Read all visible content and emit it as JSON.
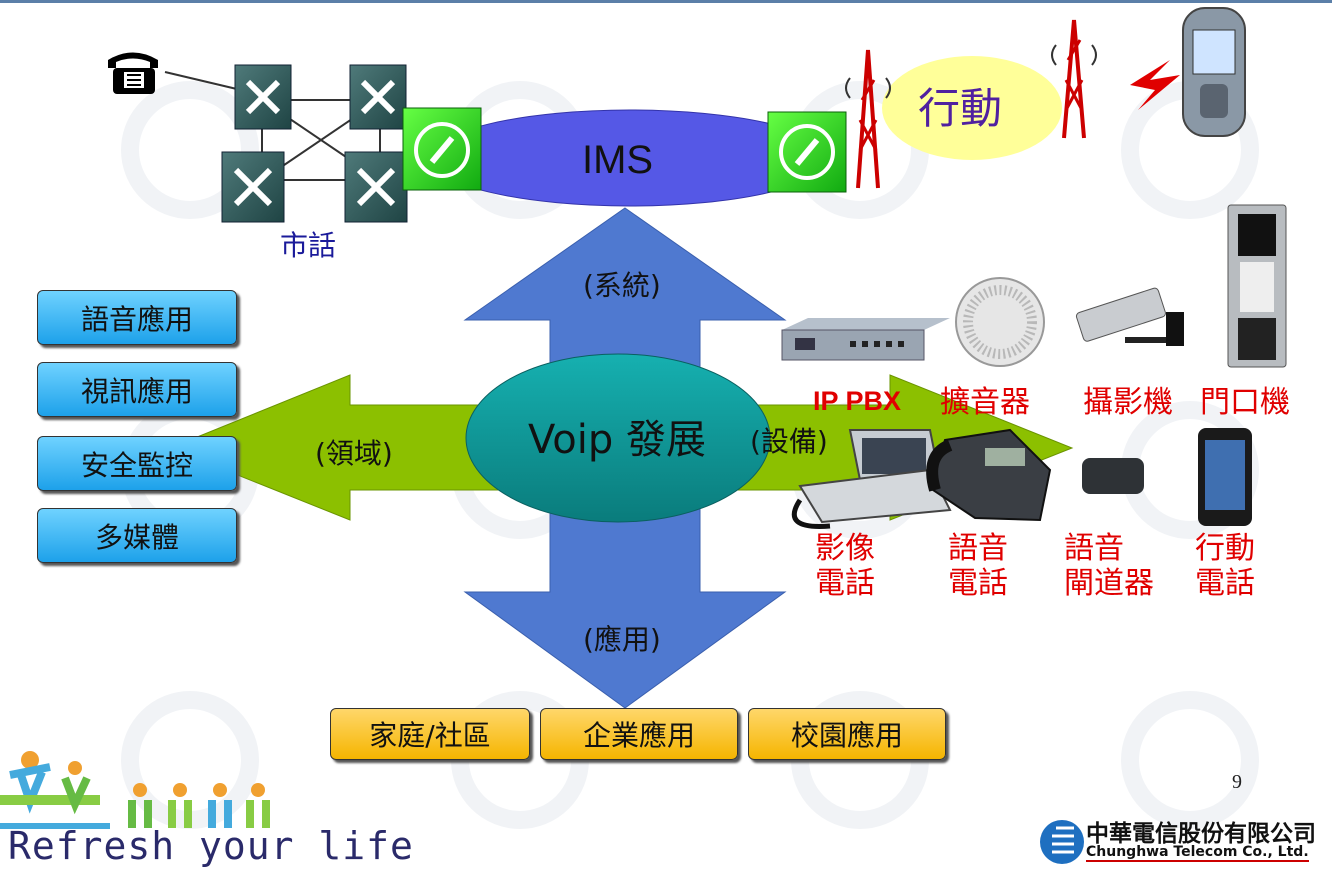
{
  "network": {
    "pstn_label": "市話",
    "ims_label": "IMS",
    "mobile_label": "行動"
  },
  "center": {
    "title": "Voip 發展",
    "axis_system": "(系統)",
    "axis_domain": "(領域)",
    "axis_device": "(設備)",
    "axis_application": "(應用)"
  },
  "domains": [
    "語音應用",
    "視訊應用",
    "安全監控",
    "多媒體"
  ],
  "applications": [
    "家庭/社區",
    "企業應用",
    "校園應用"
  ],
  "devices_top": [
    "IP PBX",
    "擴音器",
    "攝影機",
    "門口機"
  ],
  "devices_bottom": [
    {
      "line1": "影像",
      "line2": "電話"
    },
    {
      "line1": "語音",
      "line2": "電話"
    },
    {
      "line1": "語音",
      "line2": "閘道器"
    },
    {
      "line1": "行動",
      "line2": "電話"
    }
  ],
  "page_number": "9",
  "footer": {
    "slogan": "Refresh your life",
    "brand_zh": "中華電信股份有限公司",
    "brand_en": "Chunghwa Telecom Co., Ltd."
  },
  "colors": {
    "green_arrow": "#8cc000",
    "blue_arrow": "#4f79d0",
    "ims_ellipse": "#5558e6",
    "voip_ellipse": "#0e9a9a",
    "mobile_ellipse": "#ffff99",
    "device_text": "#e00000",
    "pstn_text": "#1a1a9a"
  }
}
